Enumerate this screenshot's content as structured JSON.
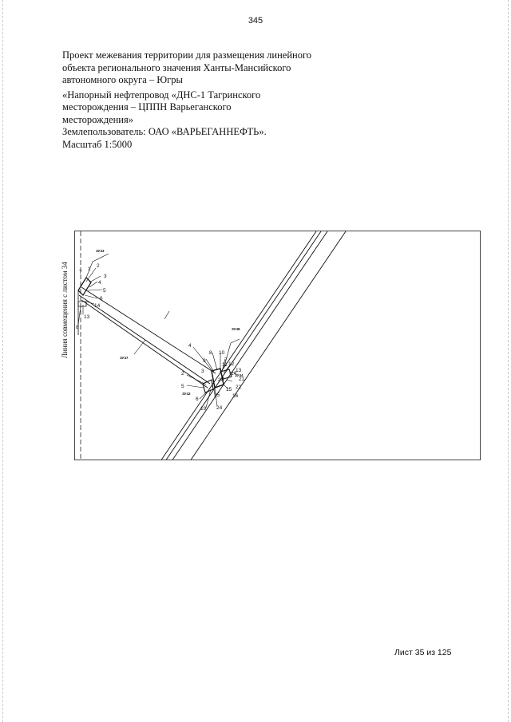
{
  "page_number": "345",
  "header": {
    "lines": [
      "Проект межевания территории для размещения линейного",
      "объекта регионального значения Ханты-Мансийского",
      "автономного округа – Югры",
      "«Напорный нефтепровод «ДНС-1 Тагринского",
      "месторождения – ЦППН Варьеганского",
      "месторождения»",
      "Землепользователь: ОАО «ВАРЬЕГАННЕФТЬ».",
      "Масштаб 1:5000"
    ]
  },
  "map": {
    "side_label": "Линия совмещения с листом 34",
    "plot_tags": {
      "zu43_top": "ЗУ43",
      "zu47": "ЗУ47",
      "zu48": "ЗУ48",
      "zu44": "ЗУ44",
      "zu42": "ЗУ42"
    },
    "left_points": [
      "1",
      "2",
      "3",
      "4",
      "5",
      "6",
      "7",
      "8",
      "13",
      "14"
    ],
    "center_points": [
      "2",
      "3",
      "4",
      "5",
      "6",
      "7",
      "8",
      "9",
      "10",
      "11",
      "12",
      "13",
      "14",
      "15",
      "16",
      "19",
      "20",
      "21",
      "22",
      "24",
      "25"
    ]
  },
  "footer": {
    "sheet": "Лист 35 из 125"
  }
}
